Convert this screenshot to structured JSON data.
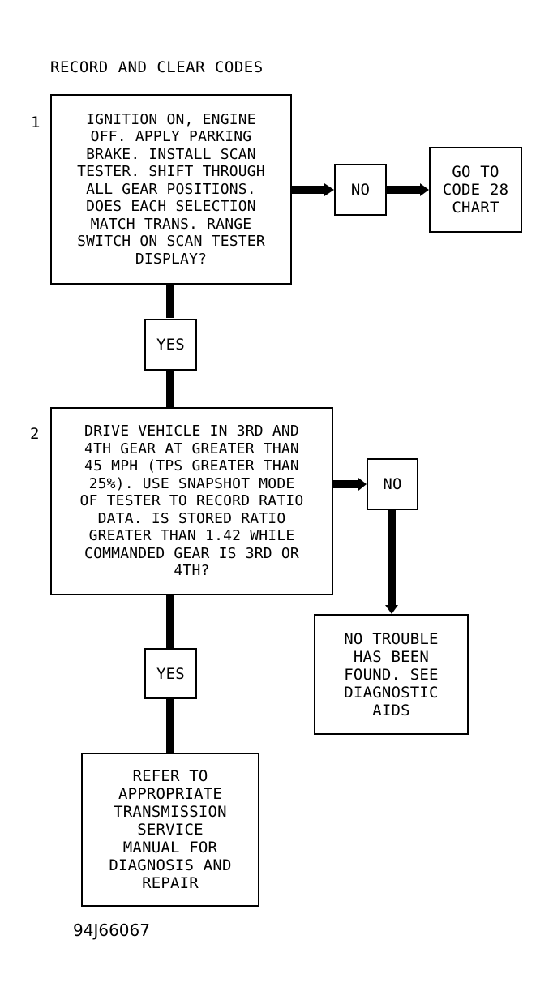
{
  "title": "RECORD AND CLEAR CODES",
  "figure_code": "94J66067",
  "steps": [
    {
      "number": "1",
      "question": "IGNITION ON, ENGINE\nOFF. APPLY PARKING\nBRAKE. INSTALL SCAN\nTESTER. SHIFT THROUGH\nALL GEAR POSITIONS.\nDOES EACH SELECTION\nMATCH TRANS. RANGE\nSWITCH ON SCAN TESTER\nDISPLAY?",
      "no_label": "NO",
      "no_result": "GO TO\nCODE 28\nCHART",
      "yes_label": "YES"
    },
    {
      "number": "2",
      "question": "DRIVE VEHICLE IN 3RD AND\n4TH GEAR AT GREATER THAN\n45 MPH (TPS GREATER THAN\n25%). USE SNAPSHOT MODE\nOF TESTER TO RECORD RATIO\nDATA. IS STORED RATIO\nGREATER THAN 1.42 WHILE\nCOMMANDED GEAR IS 3RD OR\n4TH?",
      "no_label": "NO",
      "no_result": "NO TROUBLE\nHAS BEEN\nFOUND. SEE\nDIAGNOSTIC\nAIDS",
      "yes_label": "YES",
      "yes_result": "REFER TO\nAPPROPRIATE\nTRANSMISSION\nSERVICE\nMANUAL FOR\nDIAGNOSIS AND\nREPAIR"
    }
  ]
}
